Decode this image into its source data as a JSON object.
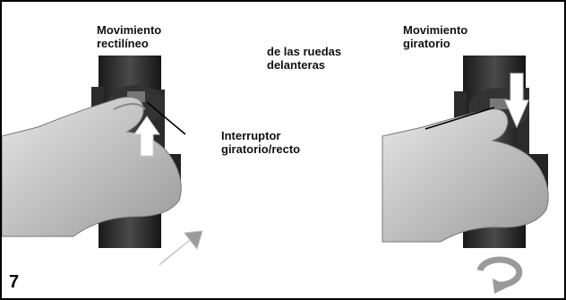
{
  "left_panel": {
    "title_line1": "Movimiento",
    "title_line2": "rectilíneo"
  },
  "center": {
    "line1": "de las ruedas",
    "line2": "delanteras"
  },
  "right_panel": {
    "title_line1": "Movimiento",
    "title_line2": "giratorio"
  },
  "switch_label": {
    "line1": "Interruptor",
    "line2": "giratorio/recto"
  },
  "step_number": "7",
  "icons": [
    "up-arrow-icon",
    "down-arrow-icon",
    "direction-arrow-icon",
    "rotate-icon"
  ]
}
